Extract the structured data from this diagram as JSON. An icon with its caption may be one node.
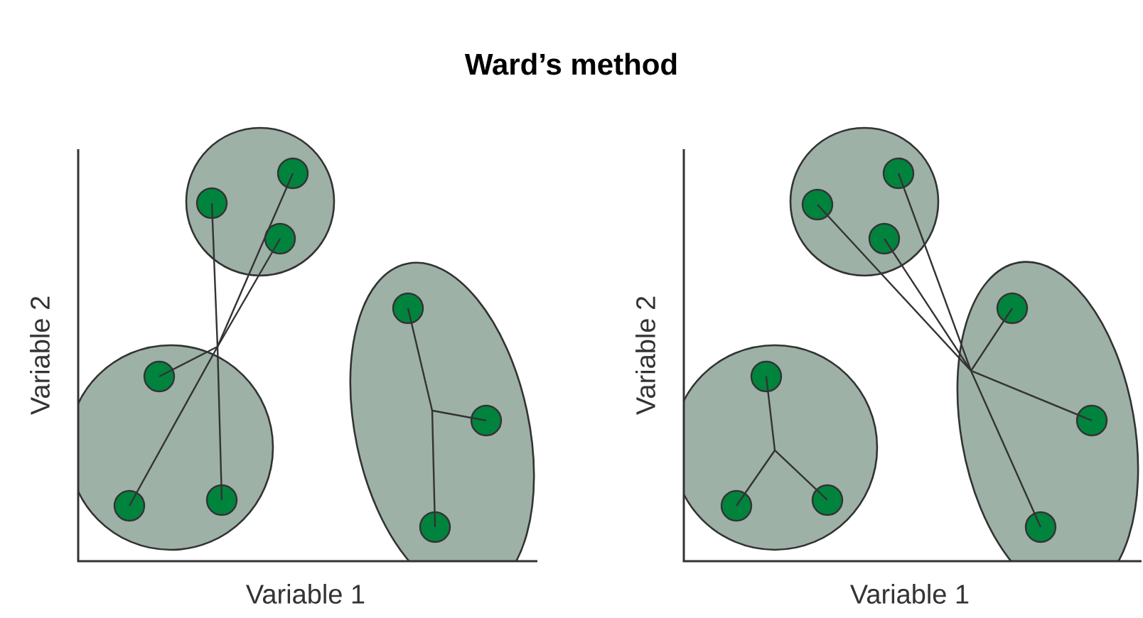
{
  "diagram": {
    "title": "Ward’s method",
    "nodes": [
      {
        "text": [],
        "shape": "circle"
      },
      {
        "text": [],
        "shape": "circle",
        "in": 0
      },
      {
        "text": [],
        "shape": "circle",
        "in": 0
      },
      {
        "text": [],
        "shape": "circle",
        "in": 0
      },
      {
        "text": [],
        "shape": "circle"
      },
      {
        "text": [],
        "shape": "circle",
        "in": 4
      },
      {
        "text": [],
        "shape": "circle",
        "in": 4
      },
      {
        "text": [],
        "shape": "circle",
        "in": 4
      },
      {
        "text": [],
        "shape": "ellipse"
      },
      {
        "text": [],
        "shape": "circle",
        "in": 8
      },
      {
        "text": [],
        "shape": "circle",
        "in": 8
      },
      {
        "text": [],
        "shape": "circle",
        "in": 8
      },
      {
        "text": [],
        "shape": "circle"
      },
      {
        "text": [],
        "shape": "circle",
        "in": 12
      },
      {
        "text": [],
        "shape": "circle",
        "in": 12
      },
      {
        "text": [],
        "shape": "circle",
        "in": 12
      },
      {
        "text": [],
        "shape": "circle"
      },
      {
        "text": [],
        "shape": "circle",
        "in": 16
      },
      {
        "text": [],
        "shape": "circle",
        "in": 16
      },
      {
        "text": [],
        "shape": "circle",
        "in": 16
      },
      {
        "text": [],
        "shape": "ellipse"
      },
      {
        "text": [],
        "shape": "circle",
        "in": 20
      },
      {
        "text": [],
        "shape": "circle",
        "in": 20
      },
      {
        "text": [],
        "shape": "circle",
        "in": 20
      }
    ],
    "edges": [
      {
        "from": 1,
        "to": 4,
        "arrow": "none"
      },
      {
        "from": 2,
        "to": 4,
        "arrow": "none"
      },
      {
        "from": 3,
        "to": 4,
        "arrow": "none"
      },
      {
        "from": 5,
        "to": null,
        "arrow": "none"
      },
      {
        "from": 6,
        "to": null,
        "arrow": "none"
      },
      {
        "from": 7,
        "to": null,
        "arrow": "none"
      },
      {
        "from": 9,
        "to": null,
        "arrow": "none"
      },
      {
        "from": 10,
        "to": null,
        "arrow": "none"
      },
      {
        "from": 11,
        "to": null,
        "arrow": "none"
      },
      {
        "from": 13,
        "to": 20,
        "arrow": "none"
      },
      {
        "from": 14,
        "to": 20,
        "arrow": "none"
      },
      {
        "from": 15,
        "to": 20,
        "arrow": "none"
      },
      {
        "from": 21,
        "to": null,
        "arrow": "none"
      },
      {
        "from": 22,
        "to": null,
        "arrow": "none"
      },
      {
        "from": 23,
        "to": null,
        "arrow": "none"
      },
      {
        "from": 17,
        "to": null,
        "arrow": "none"
      },
      {
        "from": 18,
        "to": null,
        "arrow": "none"
      },
      {
        "from": 19,
        "to": null,
        "arrow": "none"
      }
    ],
    "labels": [
      "Variable 2",
      "Variable 1",
      "Variable 2",
      "Variable 1"
    ]
  }
}
